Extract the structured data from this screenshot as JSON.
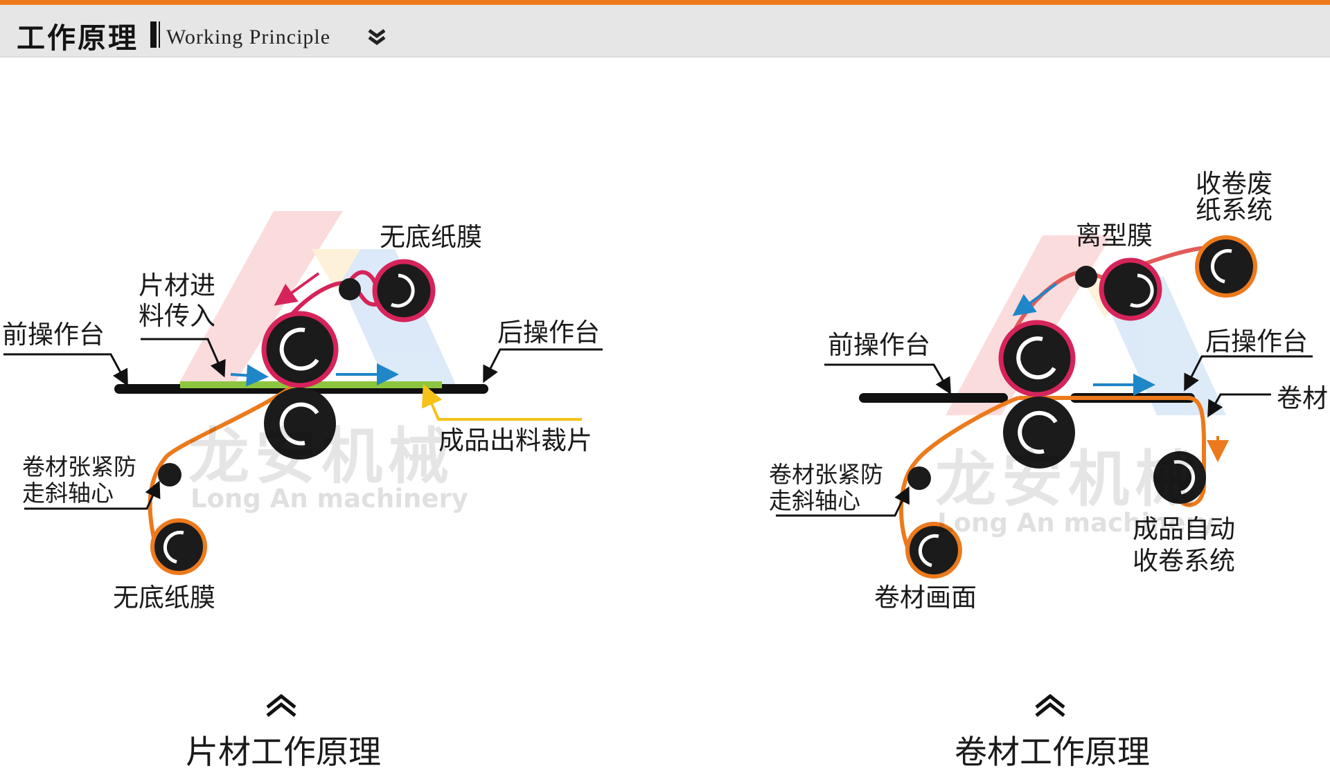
{
  "header": {
    "title_cn": "工作原理",
    "title_en": "Working Principle"
  },
  "watermark": {
    "name_cn": "龙安机械",
    "name_en": "Long An machinery"
  },
  "sheet_diagram": {
    "caption": "片材工作原理",
    "labels": {
      "top_film": "无底纸膜",
      "feed_line1": "片材进",
      "feed_line2": "料传入",
      "front_table": "前操作台",
      "back_table": "后操作台",
      "output": "成品出料裁片",
      "axis_line1": "卷材张紧防",
      "axis_line2": "走斜轴心",
      "bottom_film": "无底纸膜"
    }
  },
  "roll_diagram": {
    "caption": "卷材工作原理",
    "labels": {
      "waste_line1": "收卷废",
      "waste_line2": "纸系统",
      "release_film": "离型膜",
      "front_table": "前操作台",
      "back_table": "后操作台",
      "roll_material": "卷材",
      "axis_line1": "卷材张紧防",
      "axis_line2": "走斜轴心",
      "product_line1": "成品自动",
      "product_line2": "收卷系统",
      "roll_face": "卷材画面"
    }
  },
  "colors": {
    "accent_orange": "#ec7a1c",
    "film_red": "#d6245a",
    "sheet_green": "#8cc63f",
    "arrow_blue": "#1f86c8",
    "output_yellow": "#f6c21a",
    "roller_black": "#1b1b1b"
  }
}
